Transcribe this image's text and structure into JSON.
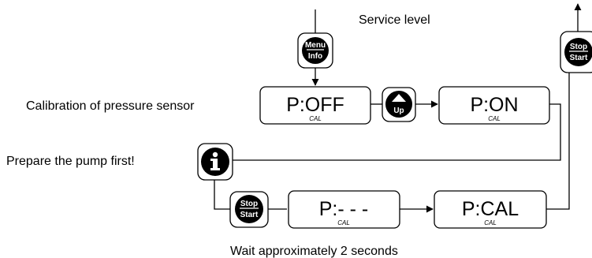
{
  "labels": {
    "service_level": "Service level",
    "calibration": "Calibration of pressure sensor",
    "prepare": "Prepare the pump first!",
    "wait": "Wait approximately 2 seconds"
  },
  "displays": {
    "poff": {
      "main": "P:OFF",
      "sub": "CAL"
    },
    "pon": {
      "main": "P:ON",
      "sub": "CAL"
    },
    "pdash": {
      "main": "P:- - -",
      "sub": "CAL"
    },
    "pcal": {
      "main": "P:CAL",
      "sub": "CAL"
    }
  },
  "buttons": {
    "menu_info": {
      "top": "Menu",
      "bottom": "Info"
    },
    "up": {
      "label": "Up"
    },
    "info": {
      "icon": "info-icon"
    },
    "stop_start_1": {
      "top": "Stop",
      "bottom": "Start"
    },
    "stop_start_2": {
      "top": "Stop",
      "bottom": "Start"
    }
  }
}
